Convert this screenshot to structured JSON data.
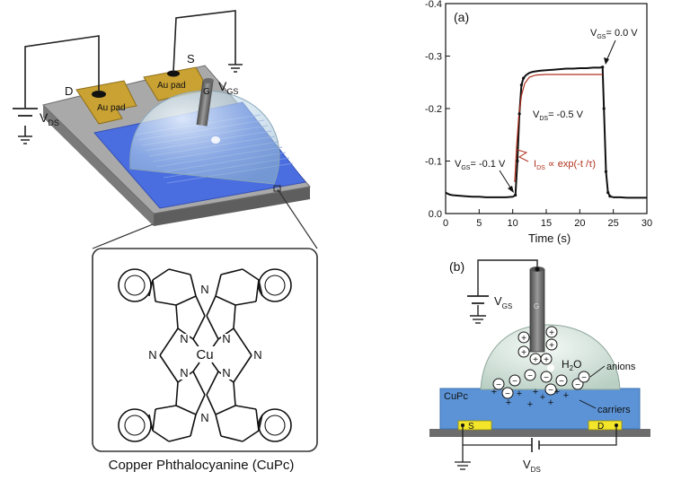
{
  "device": {
    "drain_label": "D",
    "source_label": "S",
    "gate_label": "G",
    "pad_left": "Au pad",
    "pad_right": "Au pad",
    "vds_label": "V",
    "vds_sub": "DS",
    "vgs_label": "V",
    "vgs_sub": "GS"
  },
  "molecule": {
    "caption": "Copper Phthalocyanine (CuPc)",
    "center_atom": "Cu",
    "nitrogen": "N"
  },
  "chart_data": {
    "type": "line",
    "panel_label": "(a)",
    "xlabel": "Time (s)",
    "ylabel": "",
    "xlim": [
      0,
      30
    ],
    "ylim": [
      0,
      -0.4
    ],
    "x_ticks": [
      0,
      5,
      10,
      15,
      20,
      25,
      30
    ],
    "y_ticks": [
      "0.0",
      "-0.1",
      "-0.2",
      "-0.3",
      "-0.4"
    ],
    "grid": false,
    "series": [
      {
        "x": [
          0,
          0.3,
          0.6,
          1,
          2,
          3,
          4,
          5,
          6,
          7,
          8,
          9,
          10,
          10.4,
          10.7,
          11,
          11.3,
          11.6,
          12,
          12.5,
          13,
          14,
          15,
          16,
          17,
          18,
          19,
          20,
          21,
          22,
          23,
          23.4,
          23.6,
          23.9,
          24.2,
          24.5,
          25,
          26,
          27,
          28,
          29,
          30
        ],
        "values": [
          -0.04,
          -0.038,
          -0.036,
          -0.035,
          -0.034,
          -0.033,
          -0.032,
          -0.032,
          -0.031,
          -0.031,
          -0.031,
          -0.031,
          -0.032,
          -0.035,
          -0.1,
          -0.19,
          -0.245,
          -0.258,
          -0.264,
          -0.268,
          -0.27,
          -0.272,
          -0.273,
          -0.274,
          -0.275,
          -0.276,
          -0.276,
          -0.277,
          -0.277,
          -0.278,
          -0.278,
          -0.279,
          -0.2,
          -0.08,
          -0.04,
          -0.033,
          -0.031,
          -0.031,
          -0.03,
          -0.03,
          -0.03,
          -0.03
        ]
      },
      {
        "x": [
          10.3,
          10.6,
          10.9,
          11.3,
          11.8,
          12.5,
          13.5,
          15,
          17,
          19,
          21,
          23,
          23.4
        ],
        "values": [
          -0.06,
          -0.13,
          -0.185,
          -0.225,
          -0.248,
          -0.26,
          -0.264,
          -0.265,
          -0.265,
          -0.265,
          -0.265,
          -0.265,
          -0.265
        ]
      }
    ],
    "annotations": {
      "vgs_initial": "V",
      "vgs_initial_sub": "GS",
      "vgs_initial_val": "= -0.1 V",
      "vds": "V",
      "vds_sub": "DS",
      "vds_val": "= -0.5 V",
      "vgs_final": "V",
      "vgs_final_sub": "GS",
      "vgs_final_val": "= 0.0 V",
      "fit": "I",
      "fit_sub": "DS",
      "fit_val": " ∝ exp(-t /τ)"
    },
    "colors": {
      "data": "#111111",
      "fit": "#b0301e"
    }
  },
  "schematic": {
    "panel_label": "(b)",
    "vgs_label": "V",
    "vgs_sub": "GS",
    "vds_label": "V",
    "vds_sub": "DS",
    "gate_label": "G",
    "water": "H",
    "water_sub": "2",
    "water_end": "O",
    "anions": "anions",
    "carriers": "carriers",
    "film": "CuPc",
    "source": "S",
    "drain": "D",
    "plus": "+",
    "minus": "−"
  },
  "colors": {
    "gold": "#c9a233",
    "film_blue": "#4a6ee0",
    "schematic_blue": "#5b93d6",
    "droplet": "#d8e6e0",
    "substrate": "#9a9a9a",
    "contact_yellow": "#f2e52a"
  }
}
